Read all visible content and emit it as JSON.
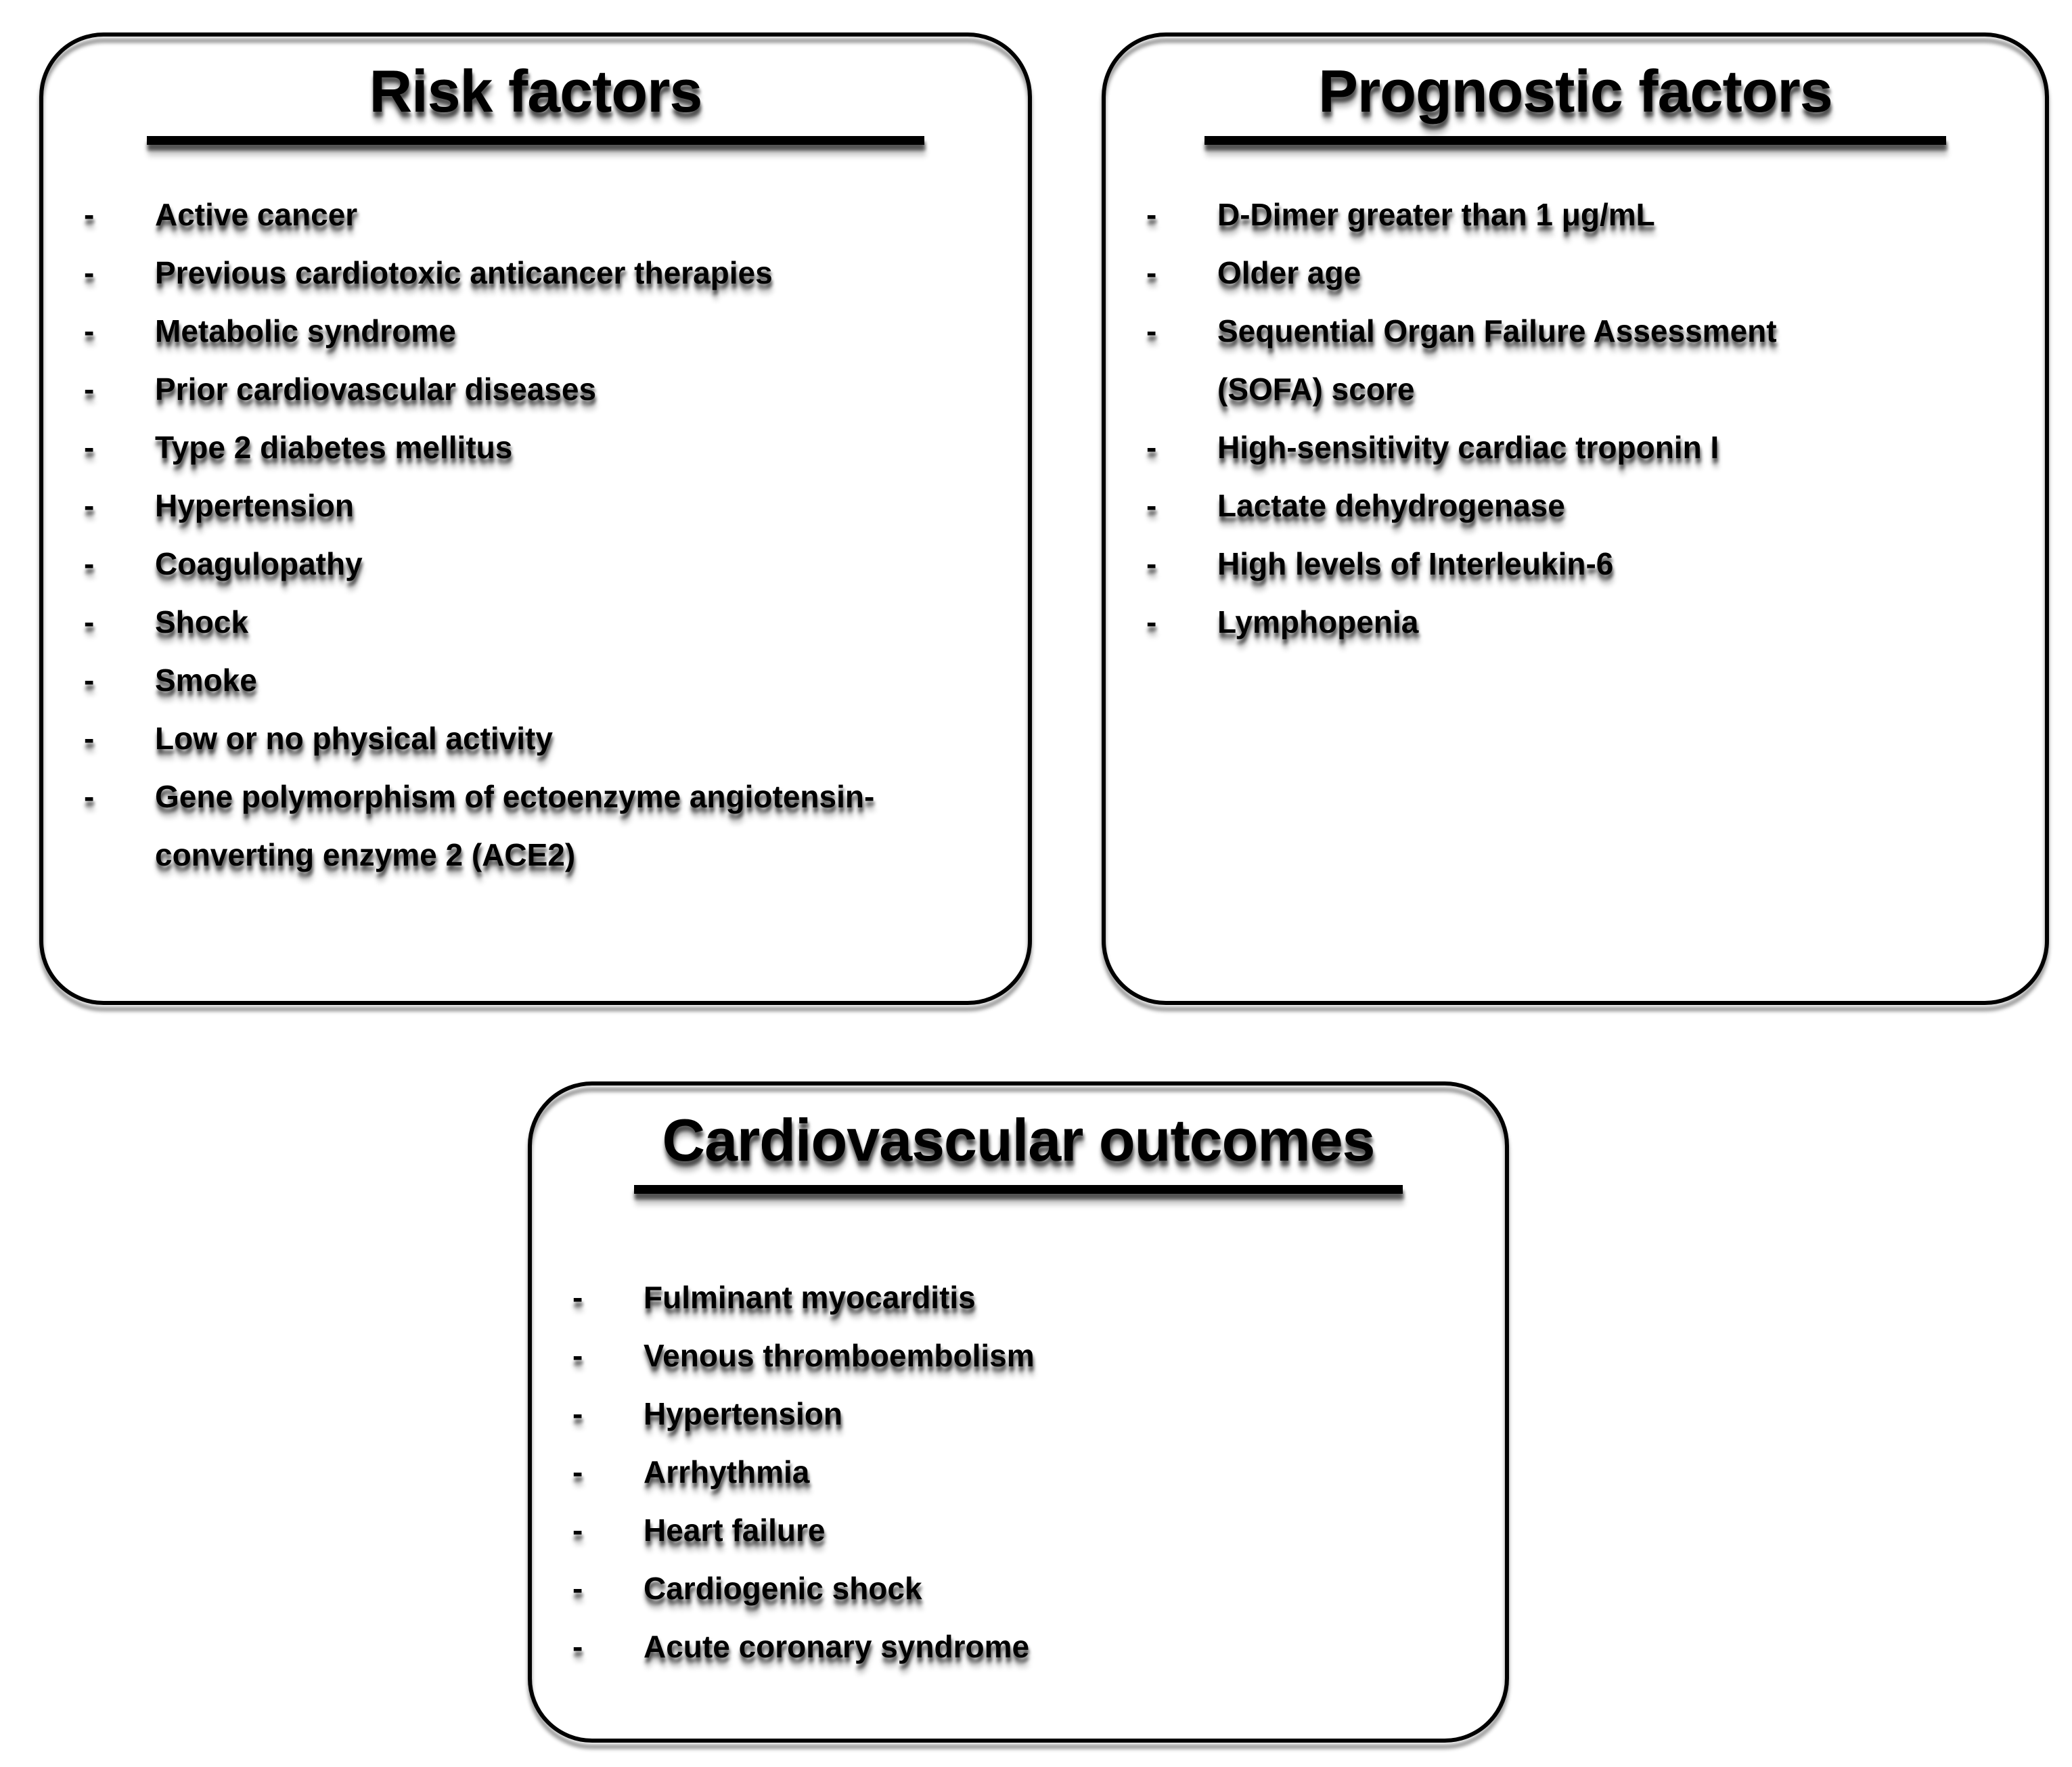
{
  "figure": {
    "bullet": "-",
    "colors": {
      "border": "#000000",
      "text": "#000000",
      "background": "#ffffff"
    },
    "boxes": [
      {
        "title": "Risk factors",
        "items": [
          "Active cancer",
          "Previous cardiotoxic anticancer therapies",
          "Metabolic syndrome",
          "Prior cardiovascular diseases",
          "Type 2 diabetes mellitus",
          "Hypertension",
          "Coagulopathy",
          "Shock",
          "Smoke",
          "Low or no physical activity",
          "Gene polymorphism of ectoenzyme angiotensin-converting enzyme 2 (ACE2)"
        ]
      },
      {
        "title": "Prognostic factors",
        "items": [
          "D-Dimer greater than 1 μg/mL",
          "Older age",
          "Sequential Organ Failure Assessment (SOFA) score",
          "High-sensitivity cardiac troponin I",
          "Lactate dehydrogenase",
          "High levels of Interleukin-6",
          "Lymphopenia"
        ]
      },
      {
        "title": "Cardiovascular outcomes",
        "items": [
          "Fulminant myocarditis",
          "Venous thromboembolism",
          "Hypertension",
          "Arrhythmia",
          "Heart failure",
          "Cardiogenic shock",
          "Acute coronary syndrome"
        ]
      }
    ]
  }
}
